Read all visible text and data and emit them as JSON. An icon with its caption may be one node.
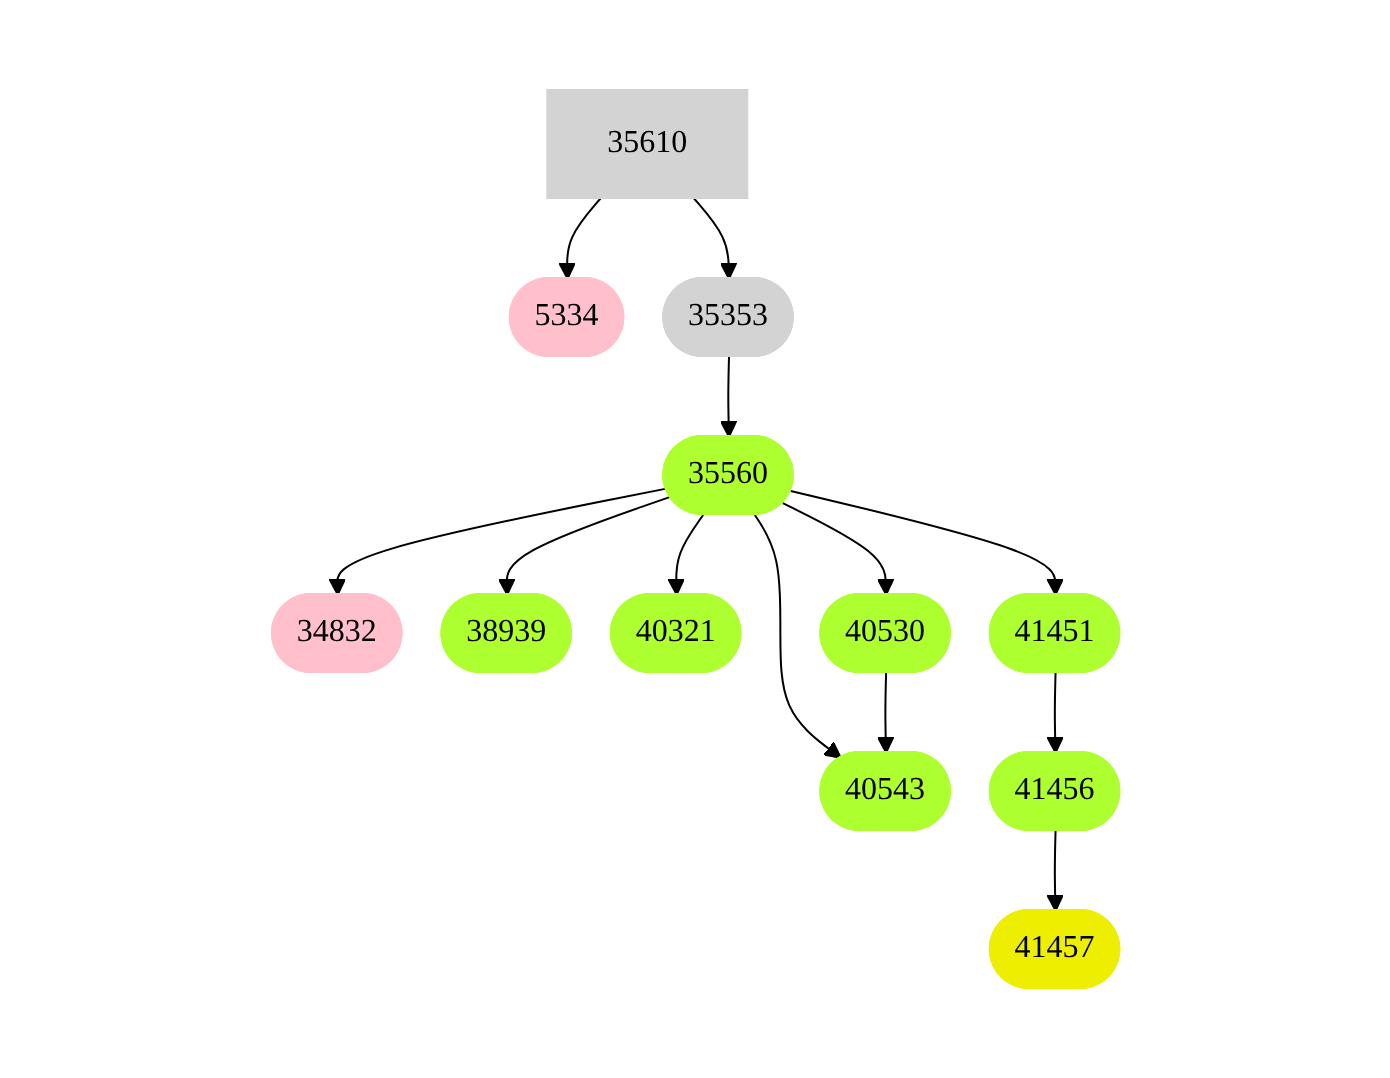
{
  "diagram": {
    "nodes": [
      {
        "text": [
          "35610"
        ]
      },
      {
        "text": [
          "5334"
        ]
      },
      {
        "text": [
          "35353"
        ]
      },
      {
        "text": [
          "35560"
        ]
      },
      {
        "text": [
          "34832"
        ]
      },
      {
        "text": [
          "38939"
        ]
      },
      {
        "text": [
          "40321"
        ]
      },
      {
        "text": [
          "40530"
        ]
      },
      {
        "text": [
          "40543"
        ]
      },
      {
        "text": [
          "41451"
        ]
      },
      {
        "text": [
          "41456"
        ]
      },
      {
        "text": [
          "41457"
        ]
      }
    ],
    "edges": [
      {
        "from": 0,
        "to": 1,
        "arrow": "to"
      },
      {
        "from": 0,
        "to": 2,
        "arrow": "to"
      },
      {
        "from": 2,
        "to": 3,
        "arrow": "to"
      },
      {
        "from": 3,
        "to": 4,
        "arrow": "to"
      },
      {
        "from": 3,
        "to": 5,
        "arrow": "to"
      },
      {
        "from": 3,
        "to": 6,
        "arrow": "to"
      },
      {
        "from": 3,
        "to": 7,
        "arrow": "to"
      },
      {
        "from": 3,
        "to": 8,
        "arrow": "to"
      },
      {
        "from": 3,
        "to": 9,
        "arrow": "to"
      },
      {
        "from": 7,
        "to": 8,
        "arrow": "to"
      },
      {
        "from": 9,
        "to": 10,
        "arrow": "to"
      },
      {
        "from": 10,
        "to": 11,
        "arrow": "to"
      }
    ]
  }
}
